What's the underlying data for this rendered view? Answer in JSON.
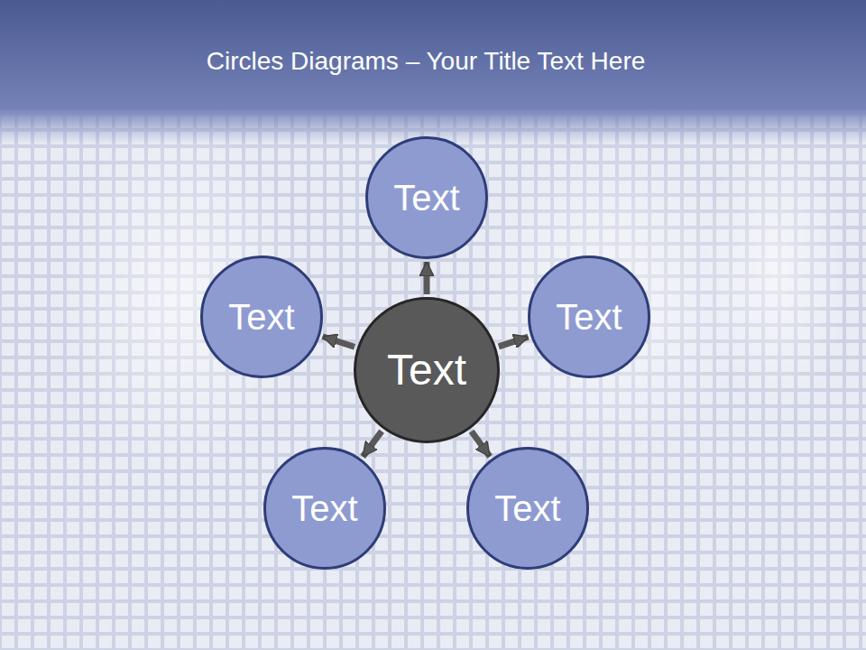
{
  "diagram": {
    "title": "Circles Diagrams – Your Title Text Here",
    "nodes": [
      {
        "text": [
          "Text"
        ]
      },
      {
        "text": [
          "Text"
        ]
      },
      {
        "text": [
          "Text"
        ]
      },
      {
        "text": [
          "Text"
        ]
      },
      {
        "text": [
          "Text"
        ]
      },
      {
        "text": [
          "Text"
        ]
      }
    ],
    "edges": [
      {
        "from": 3,
        "to": 0,
        "arrow": "to"
      },
      {
        "from": 3,
        "to": 2,
        "arrow": "to"
      },
      {
        "from": 3,
        "to": 5,
        "arrow": "to"
      },
      {
        "from": 3,
        "to": 4,
        "arrow": "to"
      },
      {
        "from": 3,
        "to": 1,
        "arrow": "to"
      }
    ]
  }
}
